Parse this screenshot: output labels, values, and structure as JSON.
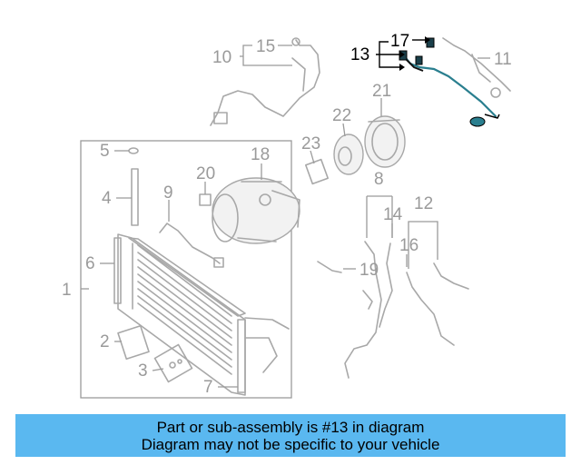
{
  "diagram": {
    "callouts": [
      "1",
      "2",
      "3",
      "4",
      "5",
      "6",
      "7",
      "8",
      "9",
      "10",
      "11",
      "12",
      "13",
      "14",
      "15",
      "16",
      "17",
      "18",
      "19",
      "20",
      "21",
      "22",
      "23"
    ],
    "highlighted_callout": "13",
    "colors": {
      "highlight_part": "#2a7f8f",
      "parts": "#a8a8a8",
      "labels": "#9a9a9a"
    }
  },
  "banner": {
    "line1": "Part or sub-assembly is #13 in diagram",
    "line2": "Diagram may not be specific to your vehicle",
    "color": "#5ab8f0"
  }
}
